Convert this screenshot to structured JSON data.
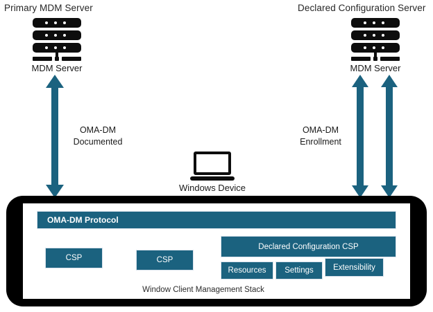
{
  "diagram": {
    "title_left": "Primary MDM Server",
    "title_right": "Declared Configuration Server",
    "nodes": {
      "mdm_server_left_label": "MDM Server",
      "mdm_server_right_label": "MDM Server",
      "device_label": "Windows  Device"
    },
    "flows": [
      {
        "id": "left",
        "line1": "OMA-DM",
        "line2": "Documented"
      },
      {
        "id": "right",
        "line1": "OMA-DM",
        "line2": "Enrollment"
      }
    ],
    "stack": {
      "protocol_bar": "OMA-DM Protocol",
      "csp_1": "CSP",
      "csp_2": "CSP",
      "declared_config_csp": "Declared Configuration CSP",
      "sub_boxes": [
        "Resources",
        "Settings",
        "Extensibility"
      ],
      "caption": "Window Client Management Stack"
    },
    "colors": {
      "accent_blue": "#1b627f",
      "icon_black": "#0d0d0d",
      "shell_black": "#000000",
      "box_border": "#d9e2ec",
      "text": "#1a1a1a",
      "canvas": "#ffffff"
    },
    "icons": {
      "server": "server-rack-icon",
      "device": "laptop-icon",
      "arrow": "double-headed-arrow-icon"
    }
  }
}
